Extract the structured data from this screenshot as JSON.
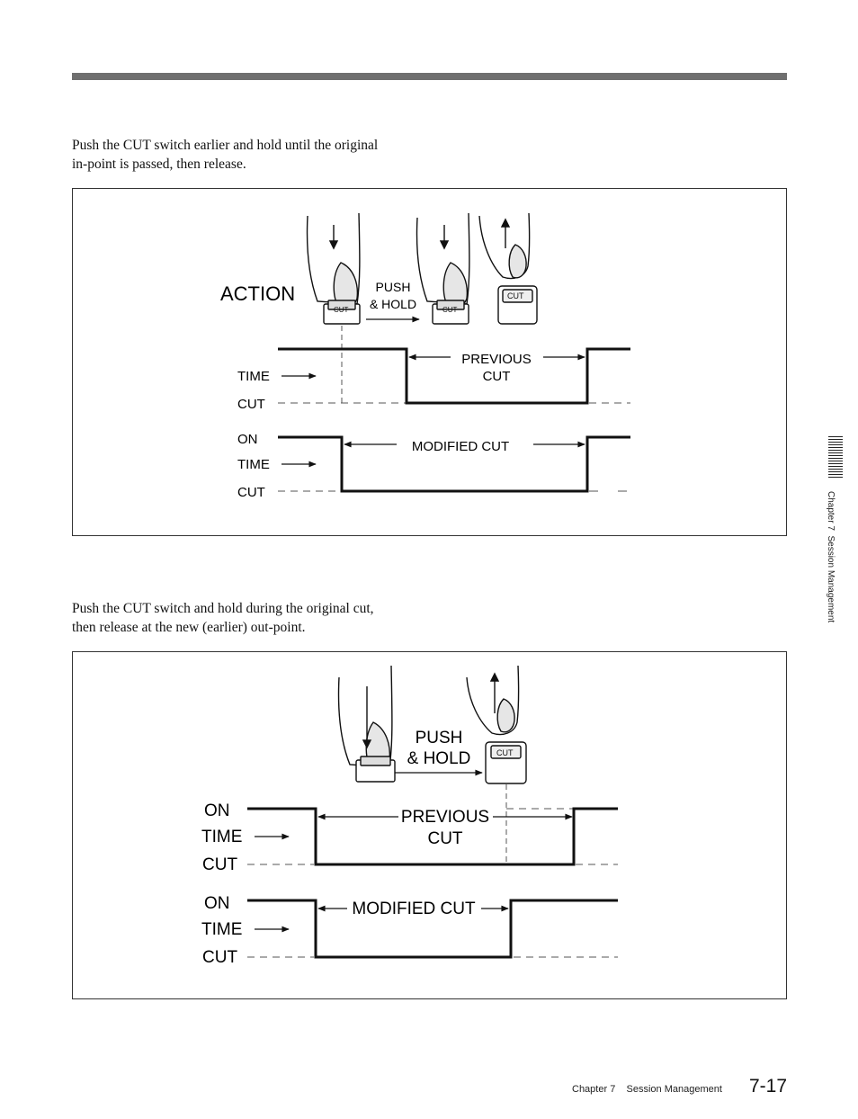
{
  "paragraph1": [
    "Push the CUT switch earlier and hold until the original",
    "in-point is passed, then release."
  ],
  "paragraph2": [
    "Push the CUT switch and hold during the original cut,",
    "then release at the new (earlier) out-point."
  ],
  "figure1": {
    "action_label": "ACTION",
    "push_hold": [
      "PUSH",
      "& HOLD"
    ],
    "button_label": "CUT",
    "timeline1": {
      "time_label": "TIME",
      "cut_label": "CUT",
      "span_label": [
        "PREVIOUS",
        "CUT"
      ]
    },
    "timeline2": {
      "on_label": "ON",
      "time_label": "TIME",
      "cut_label": "CUT",
      "span_label": "MODIFIED CUT"
    }
  },
  "figure2": {
    "push_hold": [
      "PUSH",
      "& HOLD"
    ],
    "button_label": "CUT",
    "timeline1": {
      "on_label": "ON",
      "time_label": "TIME",
      "cut_label": "CUT",
      "span_label": [
        "PREVIOUS",
        "CUT"
      ]
    },
    "timeline2": {
      "on_label": "ON",
      "time_label": "TIME",
      "cut_label": "CUT",
      "span_label": "MODIFIED CUT"
    }
  },
  "side_tab": "Chapter 7  Session Management",
  "footer": {
    "chapter": "Chapter 7    Session Management",
    "page_number": "7-17"
  }
}
